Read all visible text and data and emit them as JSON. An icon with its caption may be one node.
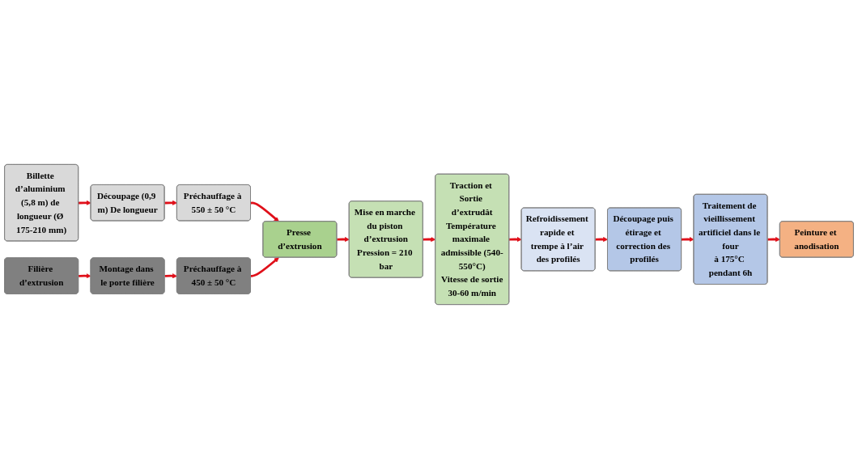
{
  "diagram": {
    "nodes": [
      {
        "text": [
          "Billette d’aluminium (5,8 m) de longueur (Ø 175-210 mm)"
        ]
      },
      {
        "text": [
          "Découpage (0,9 m) De longueur"
        ]
      },
      {
        "text": [
          "Préchauffage à 550 ± 50 °C"
        ]
      },
      {
        "text": [
          "Filière d’extrusion"
        ]
      },
      {
        "text": [
          "Montage dans le porte filière"
        ]
      },
      {
        "text": [
          "Préchauffage à 450 ± 50 °C"
        ]
      },
      {
        "text": [
          "Presse d’extrusion"
        ]
      },
      {
        "text": [
          "Mise en marche du piston d’extrusion",
          "Pression = 210 bar"
        ]
      },
      {
        "text": [
          "Traction et Sortie d’extrudât",
          "Température maximale admissible (540-550°C)",
          "Vitesse de sortie",
          "30-60 m/min"
        ]
      },
      {
        "text": [
          "Refroidissement rapide et trempe à l’air des profilés"
        ]
      },
      {
        "text": [
          "Découpage puis étirage et correction des profilés"
        ]
      },
      {
        "text": [
          "Traitement de vieillissement artificiel dans le four",
          "à 175°C pendant 6h"
        ]
      },
      {
        "text": [
          "Peinture et anodisation"
        ]
      }
    ],
    "edges": [
      {
        "from": 0,
        "to": 1,
        "arrow": "to"
      },
      {
        "from": 1,
        "to": 2,
        "arrow": "to"
      },
      {
        "from": 2,
        "to": 6,
        "arrow": "to"
      },
      {
        "from": 3,
        "to": 4,
        "arrow": "to"
      },
      {
        "from": 4,
        "to": 5,
        "arrow": "to"
      },
      {
        "from": 5,
        "to": 6,
        "arrow": "to"
      },
      {
        "from": 6,
        "to": 7,
        "arrow": "to"
      },
      {
        "from": 7,
        "to": 8,
        "arrow": "to"
      },
      {
        "from": 8,
        "to": 9,
        "arrow": "to"
      },
      {
        "from": 9,
        "to": 10,
        "arrow": "to"
      },
      {
        "from": 10,
        "to": 11,
        "arrow": "to"
      },
      {
        "from": 11,
        "to": 12,
        "arrow": "to"
      }
    ]
  }
}
